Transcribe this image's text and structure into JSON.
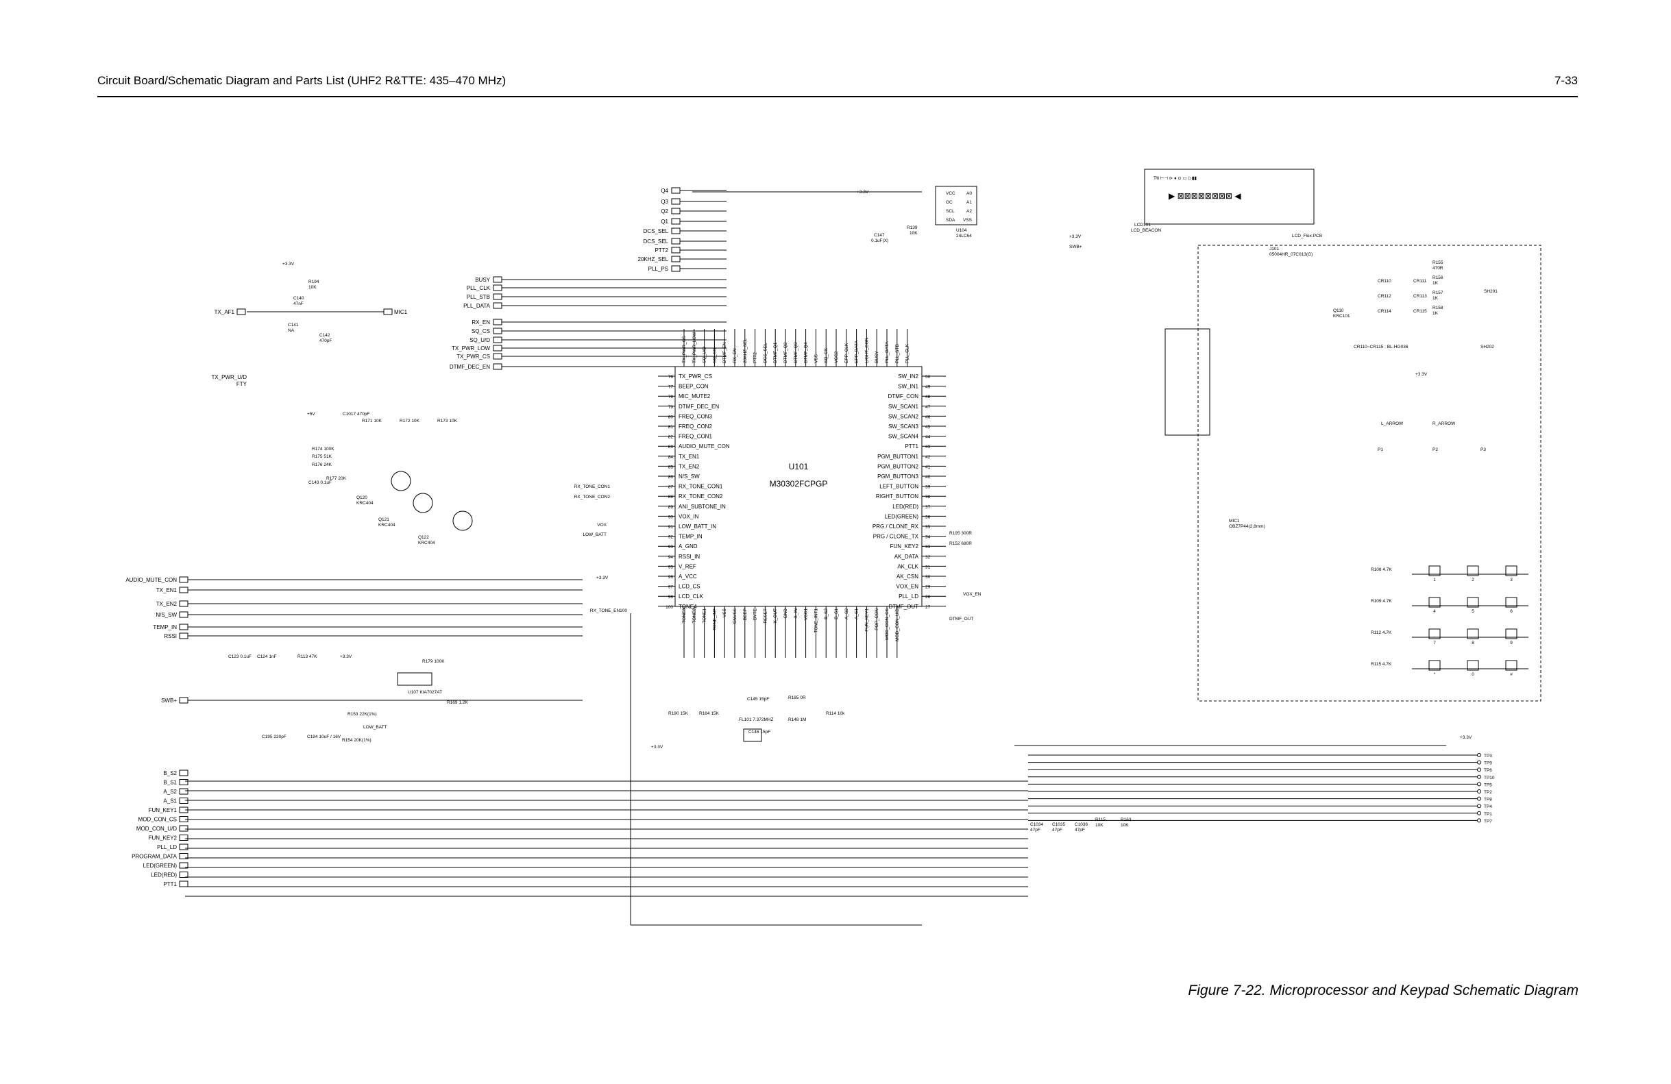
{
  "header": {
    "title": "Circuit Board/Schematic Diagram and Parts List (UHF2 R&TTE: 435–470 MHz)",
    "page_number": "7-33"
  },
  "caption": "Figure 7-22. Microprocessor and Keypad Schematic Diagram",
  "mcu": {
    "ref": "U101",
    "part": "M30302FCPGP",
    "left_pins": [
      {
        "num": "76",
        "name": "TX_PWR_CS"
      },
      {
        "num": "77",
        "name": "BEEP_CON"
      },
      {
        "num": "78",
        "name": "MIC_MUTE2"
      },
      {
        "num": "79",
        "name": "DTMF_DEC_EN"
      },
      {
        "num": "80",
        "name": "FREQ_CON3"
      },
      {
        "num": "81",
        "name": "FREQ_CON2"
      },
      {
        "num": "82",
        "name": "FREQ_CON1"
      },
      {
        "num": "83",
        "name": "AUDIO_MUTE_CON"
      },
      {
        "num": "84",
        "name": "TX_EN1"
      },
      {
        "num": "85",
        "name": "TX_EN2"
      },
      {
        "num": "86",
        "name": "N/S_SW"
      },
      {
        "num": "87",
        "name": "RX_TONE_CON1"
      },
      {
        "num": "88",
        "name": "RX_TONE_CON2"
      },
      {
        "num": "89",
        "name": "ANI_SUBTONE_IN"
      },
      {
        "num": "90",
        "name": "VOX_IN"
      },
      {
        "num": "91",
        "name": "LOW_BATT_IN"
      },
      {
        "num": "92",
        "name": "TEMP_IN"
      },
      {
        "num": "93",
        "name": "A_GND"
      },
      {
        "num": "94",
        "name": "RSSI_IN"
      },
      {
        "num": "95",
        "name": "V_REF"
      },
      {
        "num": "96",
        "name": "A_VCC"
      },
      {
        "num": "97",
        "name": "LCD_CS"
      },
      {
        "num": "98",
        "name": "LCD_CLK"
      },
      {
        "num": "100",
        "name": "TONE4"
      }
    ],
    "right_pins": [
      {
        "num": "50",
        "name": "SW_IN2"
      },
      {
        "num": "49",
        "name": "SW_IN1"
      },
      {
        "num": "48",
        "name": "DTMF_CON"
      },
      {
        "num": "47",
        "name": "SW_SCAN1"
      },
      {
        "num": "46",
        "name": "SW_SCAN2"
      },
      {
        "num": "45",
        "name": "SW_SCAN3"
      },
      {
        "num": "44",
        "name": "SW_SCAN4"
      },
      {
        "num": "43",
        "name": "PTT1"
      },
      {
        "num": "42",
        "name": "PGM_BUTTON1"
      },
      {
        "num": "41",
        "name": "PGM_BUTTON2"
      },
      {
        "num": "40",
        "name": "PGM_BUTTON3"
      },
      {
        "num": "39",
        "name": "LEFT_BUTTON"
      },
      {
        "num": "38",
        "name": "RIGHT_BUTTON"
      },
      {
        "num": "37",
        "name": "LED(RED)"
      },
      {
        "num": "36",
        "name": "LED(GREEN)"
      },
      {
        "num": "35",
        "name": "PRG / CLONE_RX"
      },
      {
        "num": "34",
        "name": "PRG / CLONE_TX"
      },
      {
        "num": "33",
        "name": "FUN_KEY2"
      },
      {
        "num": "32",
        "name": "AK_DATA"
      },
      {
        "num": "31",
        "name": "AK_CLK"
      },
      {
        "num": "30",
        "name": "AK_CSN"
      },
      {
        "num": "29",
        "name": "VOX_EN"
      },
      {
        "num": "28",
        "name": "PLL_LD"
      },
      {
        "num": "27",
        "name": "DTMF_OUT"
      }
    ],
    "top_pins": [
      "TX_PWR_CS",
      "TX_PWR_LOW",
      "SQ_U/D",
      "SQ_CS",
      "DTMF_EN",
      "RX_EN",
      "20KHZ_SEL",
      "PTT2",
      "DCS_SEL",
      "DTMF_Q1",
      "DTMF_Q2",
      "DTMF_Q3",
      "DTMF_Q4",
      "VSS",
      "SQ_CS",
      "VCC2",
      "EPP_CLK",
      "EPP_DATA",
      "LIGHT_CON",
      "BUSY",
      "PLL_DATA",
      "PLL_STB",
      "PLL_CLK"
    ],
    "bottom_pins": [
      "TONE3",
      "TONE2",
      "TONE1",
      "TONE_INT",
      "VSS",
      "CNVSS",
      "BEEP",
      "BYTE",
      "RESET",
      "X_OUT",
      "GND",
      "X_IN",
      "VCC1",
      "TONE_INT1",
      "B_S2",
      "B_S1",
      "A_S2",
      "A_S1",
      "FUN_KEY1",
      "POP_CON",
      "MOD_CON_CS",
      "MOD_CON_U/D"
    ]
  },
  "top_left_nets": [
    "Q4",
    "Q3",
    "Q2",
    "Q1",
    "DCS_SEL",
    "DCS_SEL",
    "PTT2",
    "20KHZ_SEL",
    "PLL_PS",
    "BUSY",
    "PLL_CLK",
    "PLL_STB",
    "PLL_DATA",
    "RX_EN",
    "SQ_CS",
    "SQ_U/D",
    "TX_PWR_LOW",
    "TX_PWR_CS",
    "DTMF_DEC_EN"
  ],
  "left_nets": [
    "AUDIO_MUTE_CON",
    "TX_EN1",
    "TX_EN2",
    "N/S_SW",
    "TEMP_IN",
    "RSSI",
    "SWB+"
  ],
  "bottom_left_nets": [
    "B_S2",
    "B_S1",
    "A_S2",
    "A_S1",
    "FUN_KEY1",
    "MOD_CON_CS",
    "MOD_CON_U/D",
    "FUN_KEY2",
    "PLL_LD",
    "PROGRAM_DATA",
    "LED(GREEN)",
    "LED(RED)",
    "PTT1"
  ],
  "eeprom": {
    "ref": "U104",
    "part": "24LC64",
    "pins": [
      "VCC",
      "OC",
      "SCL",
      "SDA",
      "A0",
      "A1",
      "A2",
      "VSS"
    ],
    "r": "R139",
    "r_val": "10K",
    "c": "C147",
    "c_val": "0.1uF(X)"
  },
  "audio": {
    "tx_af1": "TX_AF1",
    "mic1": "MIC1",
    "r194": "R194",
    "r194v": "10K",
    "c140": "C140",
    "c140v": "47nF",
    "c141": "C141",
    "c141v": "NA",
    "c142": "C142",
    "c142v": "470pF",
    "vcc": "+3.3V"
  },
  "tx_pwr": {
    "label": "TX_PWR_U/D",
    "fty": "FTY"
  },
  "transistors": [
    {
      "ref": "Q120",
      "part": "KRC404"
    },
    {
      "ref": "Q121",
      "part": "KRC404"
    },
    {
      "ref": "Q122",
      "part": "KRC404"
    }
  ],
  "resistors_left": [
    {
      "ref": "C1017",
      "val": "470pF"
    },
    {
      "ref": "R171",
      "val": "10K"
    },
    {
      "ref": "R172",
      "val": "10K"
    },
    {
      "ref": "R173",
      "val": "10K"
    },
    {
      "ref": "R174",
      "val": "100K"
    },
    {
      "ref": "R175",
      "val": "51K"
    },
    {
      "ref": "R176",
      "val": "24K"
    },
    {
      "ref": "R177",
      "val": "20K"
    },
    {
      "ref": "C143",
      "val": "0.1uF"
    },
    {
      "ref": "+5V",
      "val": ""
    }
  ],
  "lower_left_parts": [
    {
      "ref": "C123",
      "val": "0.1uF"
    },
    {
      "ref": "C124",
      "val": "1nF"
    },
    {
      "ref": "R113",
      "val": "47K"
    },
    {
      "ref": "R179",
      "val": "100K"
    },
    {
      "ref": "U107",
      "val": "KIA7027AT"
    },
    {
      "ref": "R169",
      "val": "1.2K"
    },
    {
      "ref": "C195",
      "val": "220pF"
    },
    {
      "ref": "C194",
      "val": "10uF / 16V"
    },
    {
      "ref": "R153",
      "val": "22K(1%)"
    },
    {
      "ref": "R154",
      "val": "20K(1%)"
    },
    {
      "ref": "LOW_BATT",
      "val": ""
    }
  ],
  "osc_parts": [
    {
      "ref": "R190",
      "val": "15K"
    },
    {
      "ref": "R184",
      "val": "15K"
    },
    {
      "ref": "C145",
      "val": "15pF"
    },
    {
      "ref": "FL101",
      "val": "7.372MHZ"
    },
    {
      "ref": "C146",
      "val": "15pF"
    },
    {
      "ref": "R185",
      "val": "0R"
    },
    {
      "ref": "R148",
      "val": "1M"
    },
    {
      "ref": "R114",
      "val": "10k"
    }
  ],
  "lcd": {
    "ref": "LCD101",
    "name": "LCD_BEACON",
    "pcb": "LCD_Flex.PCB",
    "conn": "J101",
    "conn_part": "05004HR_07C013(G)",
    "icons": "Tᴵll ⊢⊣ ⊳ ♦ ⊙ ▭ ▯ ▮▮"
  },
  "right_section": {
    "vcc": "+3.3V",
    "swb": "SWB+",
    "q110": "Q110",
    "q110p": "KRC101",
    "leds": [
      "CR110",
      "CR111",
      "CR112",
      "CR113",
      "CR114",
      "CR115"
    ],
    "led_note": "CR110~CR115 : BL-HG036",
    "resistors": [
      {
        "ref": "R155",
        "val": "470R"
      },
      {
        "ref": "R156",
        "val": "1K"
      },
      {
        "ref": "R157",
        "val": "1K"
      },
      {
        "ref": "R158",
        "val": "1K"
      }
    ],
    "keys": [
      "L_ARROW",
      "R_ARROW",
      "P1",
      "P2",
      "P3"
    ],
    "sh": [
      "SH201",
      "SH202"
    ],
    "mic": "MIC1",
    "mic_part": "OBZ7P44(2.8mm)",
    "key_resistors": [
      {
        "ref": "R108",
        "val": "4.7K"
      },
      {
        "ref": "R109",
        "val": "4.7K"
      },
      {
        "ref": "R112",
        "val": "4.7K"
      },
      {
        "ref": "R115",
        "val": "4.7K"
      }
    ],
    "keypad": [
      "1",
      "2",
      "3",
      "4",
      "5",
      "6",
      "7",
      "8",
      "9",
      "*",
      "0",
      "#"
    ]
  },
  "vox": {
    "label": "VOX",
    "en": "VOX_EN",
    "out": "DTMF_OUT",
    "low_batt": "LOW_BATT",
    "rx1": "RX_TONE_CON1",
    "rx2": "RX_TONE_CON2",
    "rx_en": "RX_TONE_EN100"
  },
  "r195": {
    "ref": "R195",
    "val": "300R"
  },
  "r152": {
    "ref": "R152",
    "val": "680R"
  },
  "test_points": [
    "TP3",
    "TP9",
    "TP6",
    "TP10",
    "TP5",
    "TP2",
    "TP8",
    "TP4",
    "TP1",
    "TP7"
  ],
  "bottom_caps": [
    {
      "ref": "C1034",
      "val": "47pF"
    },
    {
      "ref": "C1035",
      "val": "47pF"
    },
    {
      "ref": "C1036",
      "val": "47pF"
    },
    {
      "ref": "R115",
      "val": "10K"
    },
    {
      "ref": "R163",
      "val": "10K"
    }
  ]
}
